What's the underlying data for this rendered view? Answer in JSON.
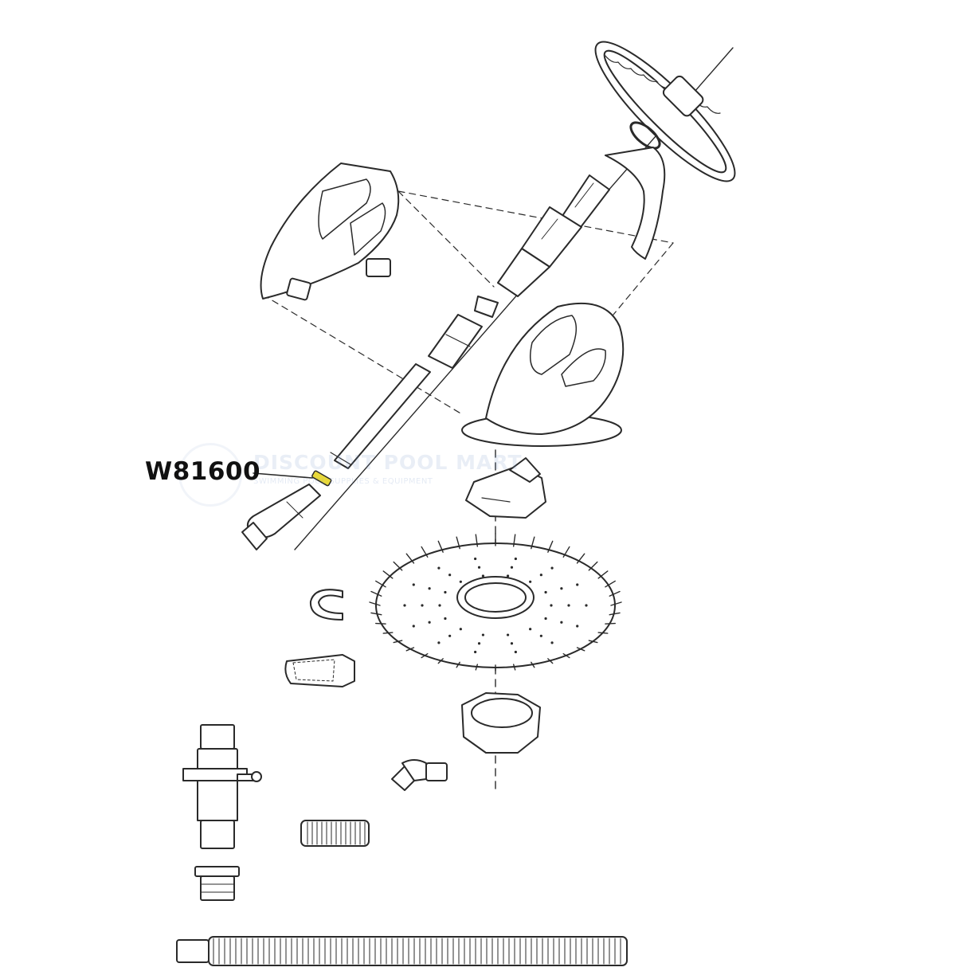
{
  "callout": {
    "part_number": "W81600",
    "highlight_color": "#e8d83a"
  },
  "watermark": {
    "title": "DISCOUNT POOL MART",
    "subtitle": "SWIMMING POOL SUPPLIES & EQUIPMENT"
  },
  "colors": {
    "line": "#2a2a2a",
    "fill": "#ffffff",
    "shade": "#d9d9d9"
  }
}
